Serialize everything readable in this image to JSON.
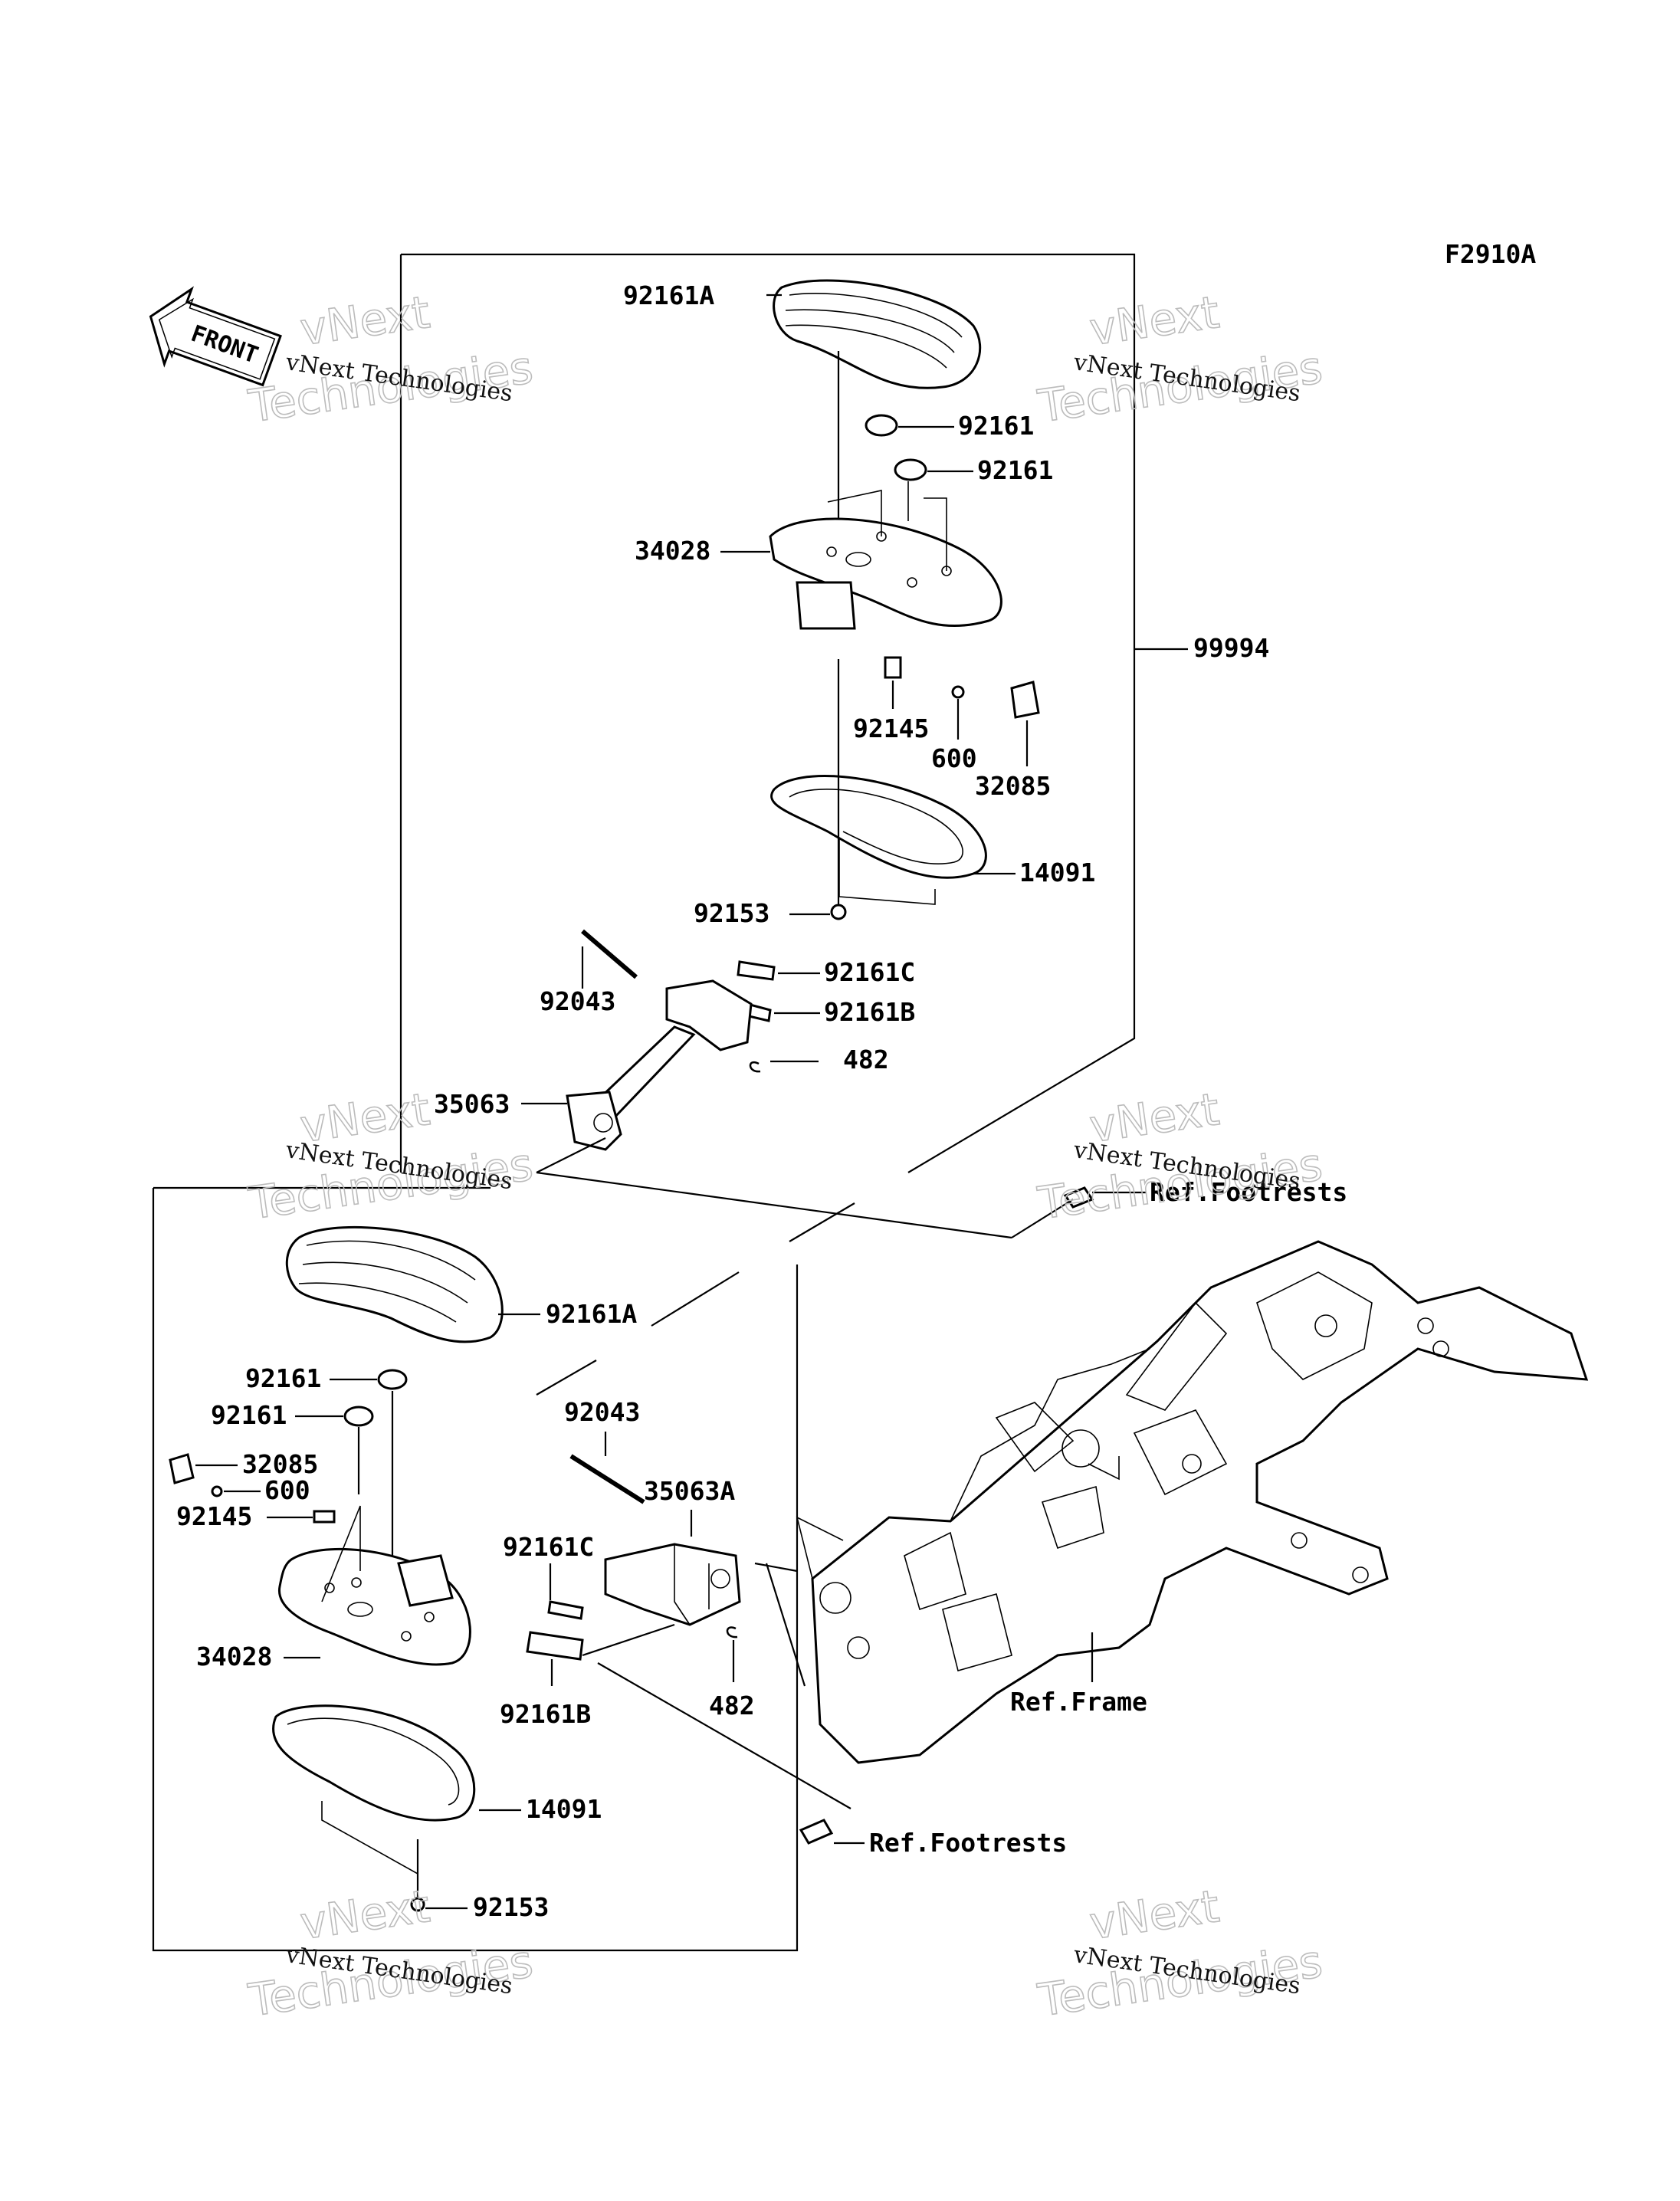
{
  "figure_code": "F2910A",
  "front_label": "FRONT",
  "watermark": {
    "line1": "vNext",
    "line2": "vNext Technologies",
    "line3": "Technologies"
  },
  "upper_assembly": {
    "kit_number": "99994",
    "parts": {
      "board_cover": "92161A",
      "damper_a": "92161",
      "damper_b": "92161",
      "bracket": "34028",
      "spring": "92145",
      "ball": "600",
      "cover": "32085",
      "plate": "14091",
      "bolt": "92153",
      "pin": "92043",
      "rubber_c": "92161C",
      "rubber_b": "92161B",
      "clip": "482",
      "arm": "35063"
    },
    "ref": "Ref.Footrests"
  },
  "lower_assembly": {
    "parts": {
      "board_cover": "92161A",
      "damper_a": "92161",
      "damper_b": "92161",
      "cover": "32085",
      "ball": "600",
      "spring": "92145",
      "bracket": "34028",
      "plate": "14091",
      "bolt": "92153",
      "pin": "92043",
      "arm": "35063A",
      "rubber_c": "92161C",
      "rubber_b": "92161B",
      "clip": "482"
    },
    "ref": "Ref.Footrests"
  },
  "frame_ref": "Ref.Frame"
}
